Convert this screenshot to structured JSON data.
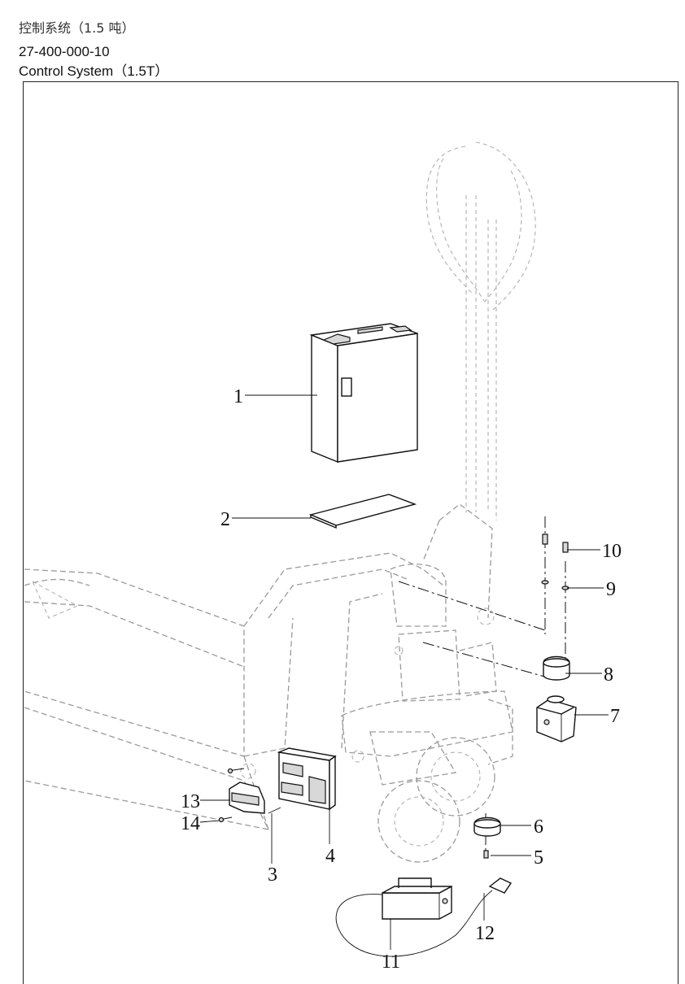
{
  "header": {
    "title_cn": "控制系统（1.5 吨）",
    "part_code": "27-400-000-10",
    "title_en": "Control System（1.5T）"
  },
  "callouts": [
    "1",
    "2",
    "3",
    "4",
    "5",
    "6",
    "7",
    "8",
    "9",
    "10",
    "11",
    "12",
    "13",
    "14"
  ]
}
